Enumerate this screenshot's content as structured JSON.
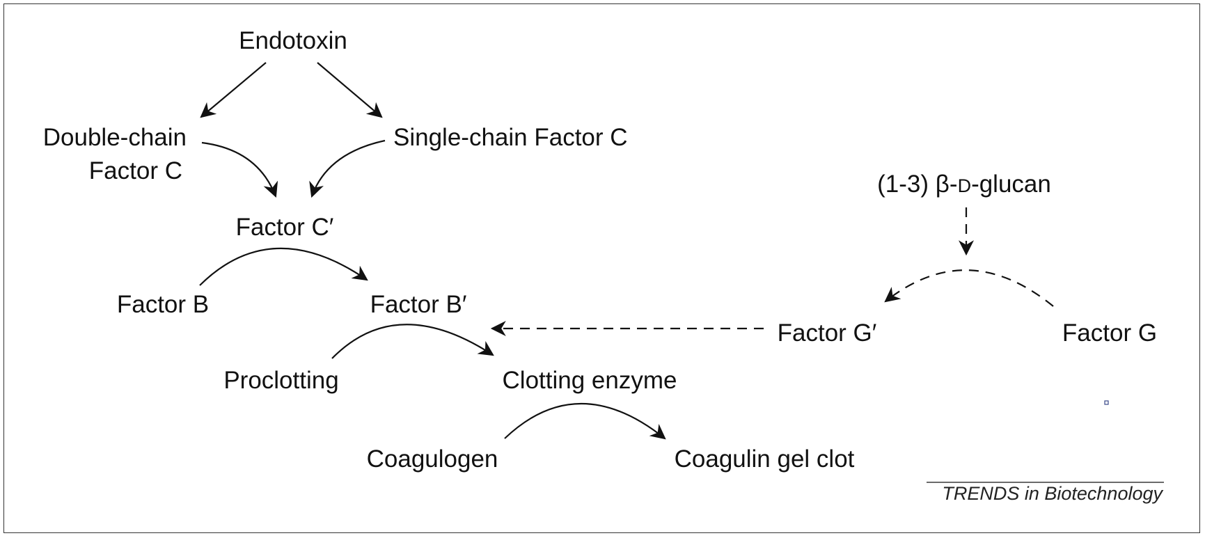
{
  "nodes": {
    "endotoxin": "Endotoxin",
    "double_chain_line1": "Double-chain",
    "double_chain_line2": "Factor C",
    "single_chain": "Single-chain Factor C",
    "factor_c_prime": "Factor C′",
    "factor_b": "Factor B",
    "factor_b_prime": "Factor B′",
    "proclotting": "Proclotting",
    "clotting_enzyme": "Clotting enzyme",
    "coagulogen": "Coagulogen",
    "coagulin": "Coagulin gel clot",
    "glucan_prefix": "(1-3) β-",
    "glucan_d": "D",
    "glucan_suffix": "-glucan",
    "factor_g_prime": "Factor G′",
    "factor_g": "Factor G"
  },
  "credit": "TRENDS in Biotechnology",
  "colors": {
    "ink": "#111111",
    "frame": "#333333",
    "background": "#ffffff"
  }
}
